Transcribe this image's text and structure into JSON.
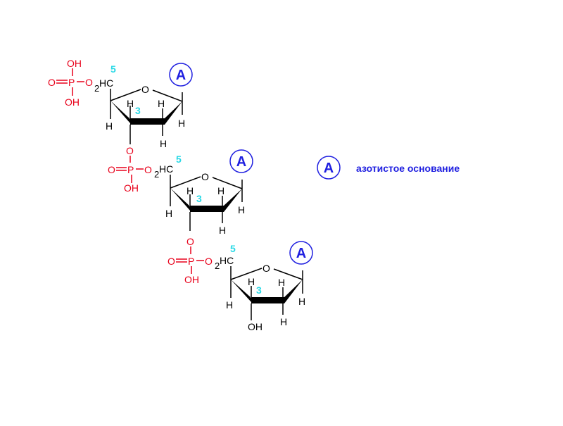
{
  "colors": {
    "phosphate": "#e8001a",
    "carbon_number": "#2ad9e6",
    "base": "#1f1fe0",
    "bond": "#000000"
  },
  "labels": {
    "oh": "OH",
    "o": "O",
    "p": "P",
    "h": "H",
    "hc": "HC",
    "sub2": "2",
    "c5": "5",
    "c3": "3",
    "base": "A"
  },
  "legend": {
    "symbol": "A",
    "text": "азотистое основание"
  }
}
